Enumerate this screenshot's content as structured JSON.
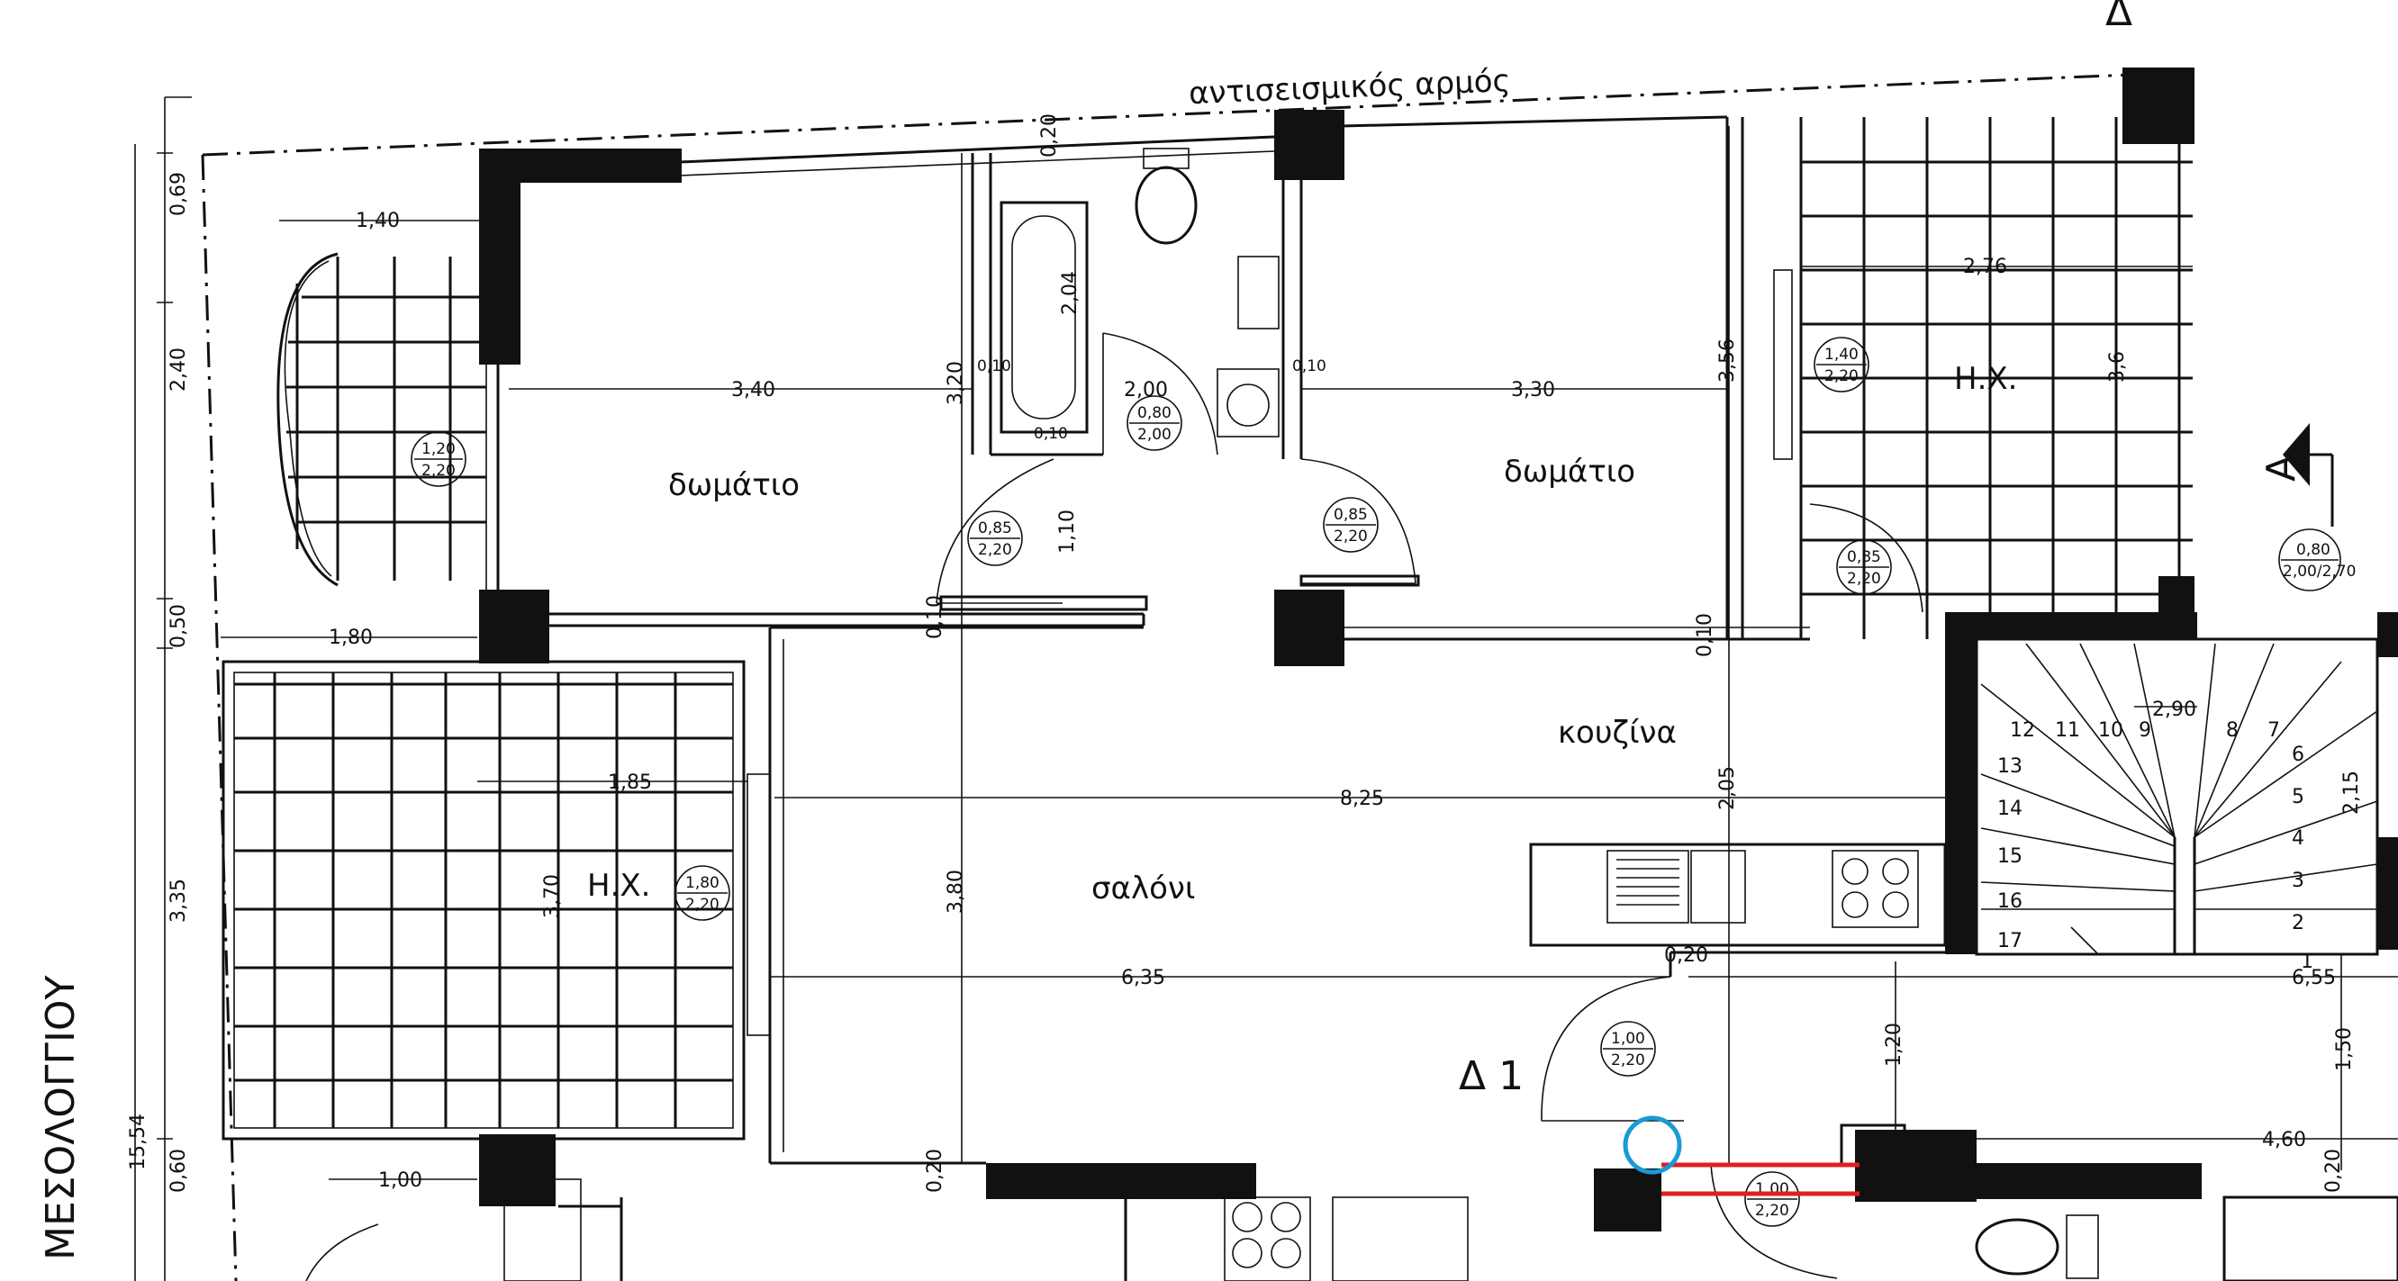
{
  "colors": {
    "line": "#111111",
    "background": "#ffffff",
    "highlight_red": "#e02020",
    "highlight_blue": "#1a9ad6"
  },
  "plan": {
    "joint_label": "αντισεισμικός αρμός",
    "street_label": "ΜΕΣΟΛΟΓΓΙΟΥ",
    "rooms": {
      "room_left": "δωμάτιο",
      "room_right": "δωμάτιο",
      "kitchen": "κουζίνα",
      "living": "σαλόνι",
      "hx_top": "Η.Χ.",
      "hx_left": "Η.Χ.",
      "entrance": "Δ 1",
      "section_mark": "Α",
      "section_mark_top": "Δ"
    },
    "dims": {
      "d_1_40": "1,40",
      "d_0_69": "0,69",
      "d_2_40": "2,40",
      "d_0_50": "0,50",
      "d_1_80": "1,80",
      "d_3_35": "3,35",
      "d_15_54": "15,54",
      "d_0_60": "0,60",
      "d_1_00": "1,00",
      "d_3_40": "3,40",
      "d_3_20": "3,20",
      "d_2_00": "2,00",
      "d_2_04": "2,04",
      "d_0_20_top": "0,20",
      "d_1_10": "1,10",
      "d_3_30": "3,30",
      "d_3_56": "3,56",
      "d_2_76": "2,76",
      "d_3_6": "3,6",
      "d_1_85": "1,85",
      "d_8_25": "8,25",
      "d_3_70": "3,70",
      "d_3_80": "3,80",
      "d_2_05": "2,05",
      "d_6_35": "6,35",
      "d_0_20_mid": "0,20",
      "d_1_20": "1,20",
      "d_6_55": "6,55",
      "d_1_50": "1,50",
      "d_4_60": "4,60",
      "d_2_90": "2,90",
      "d_2_15": "2,15",
      "d_0_20_bottom": "0,20",
      "d_0_10_a": "0,10",
      "d_0_10_b": "0,10",
      "d_0_10_c": "0,10",
      "d_0_10_d": "0,10",
      "d_0_10_e": "0,10",
      "d_0_20_right": "0,20"
    },
    "doors": [
      {
        "top": "1,20",
        "bottom": "2,20"
      },
      {
        "top": "0,80",
        "bottom": "2,00"
      },
      {
        "top": "0,85",
        "bottom": "2,20"
      },
      {
        "top": "0,85",
        "bottom": "2,20"
      },
      {
        "top": "1,40",
        "bottom": "2,20"
      },
      {
        "top": "0,85",
        "bottom": "2,20"
      },
      {
        "top": "0,80",
        "bottom": "2,00/2,70"
      },
      {
        "top": "1,80",
        "bottom": "2,20"
      },
      {
        "top": "1,00",
        "bottom": "2,20"
      },
      {
        "top": "1,00",
        "bottom": "2,20"
      }
    ],
    "stairs": [
      "12",
      "11",
      "10",
      "9",
      "8",
      "7",
      "6",
      "5",
      "4",
      "3",
      "2",
      "1",
      "13",
      "14",
      "15",
      "16",
      "17"
    ]
  }
}
